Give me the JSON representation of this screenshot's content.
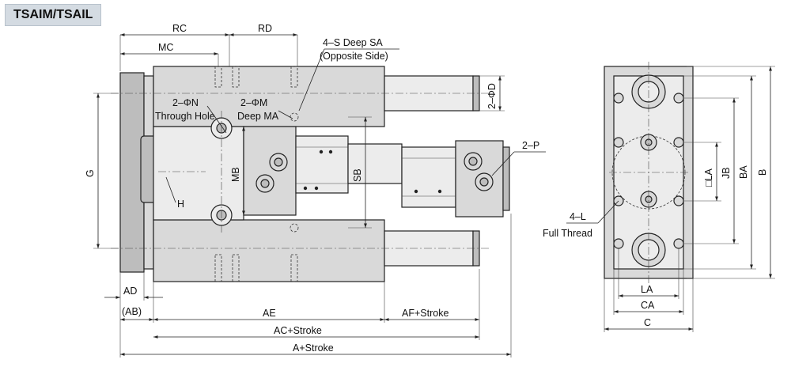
{
  "title": "TSAIM/TSAIL",
  "labels": {
    "rc": "RC",
    "rd": "RD",
    "mc": "MC",
    "s_deep_sa": "4–S Deep SA",
    "opposite_side": "(Opposite Side)",
    "n_phi": "2–ΦN",
    "through_hole": "Through Hole",
    "m_phi": "2–ΦM",
    "deep_ma": "Deep MA",
    "d_phi": "2–ΦD",
    "p": "2–P",
    "g": "G",
    "mb": "MB",
    "sb": "SB",
    "h": "H",
    "ad": "AD",
    "ab": "(AB)",
    "ae": "AE",
    "af_stroke": "AF+Stroke",
    "ac_stroke": "AC+Stroke",
    "a_stroke": "A+Stroke",
    "l_thread": "4–L",
    "full_thread": "Full Thread",
    "la_side": "□LA",
    "jb": "JB",
    "ba": "BA",
    "b": "B",
    "la_bottom": "LA",
    "ca": "CA",
    "c": "C"
  }
}
